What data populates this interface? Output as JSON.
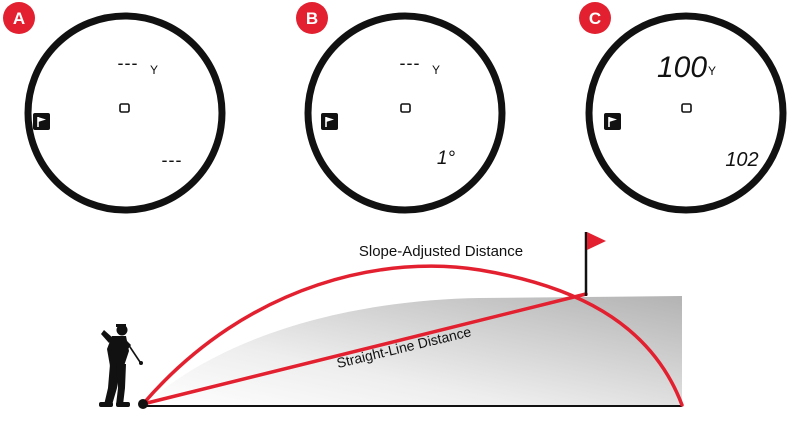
{
  "colors": {
    "accent_red": "#e3202f",
    "ink": "#111111",
    "hill_light": "#f2f2f2",
    "hill_dark": "#b5b5b5"
  },
  "panels": [
    {
      "badge": "A",
      "distance": "---",
      "unit": "Y",
      "bottom_reading": "---",
      "flag_icon": "flag-icon"
    },
    {
      "badge": "B",
      "distance": "---",
      "unit": "Y",
      "bottom_reading": "1°",
      "flag_icon": "flag-icon"
    },
    {
      "badge": "C",
      "distance": "100",
      "unit": "Y",
      "bottom_reading": "102",
      "flag_icon": "flag-icon"
    }
  ],
  "diagram": {
    "slope_label": "Slope-Adjusted Distance",
    "straight_label": "Straight-Line Distance",
    "icons": [
      "golfer-icon",
      "golf-ball-icon",
      "pin-flag-icon"
    ]
  }
}
